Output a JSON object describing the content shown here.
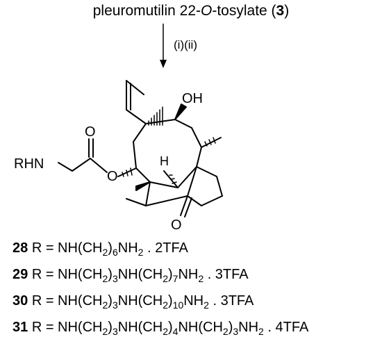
{
  "header": {
    "title_prefix": "pleuromutilin 22-",
    "title_italic": "O",
    "title_middle": "-tosylate (",
    "title_num": "3",
    "title_suffix": ")",
    "conditions": "(i)(ii)"
  },
  "structure": {
    "oh_label": "OH",
    "h_label": "H",
    "rhn_label": "RHN",
    "o_carbonyl_label": "O",
    "o_ester_label": "O",
    "o_ketone_label": "O"
  },
  "compounds": [
    {
      "id": "28",
      "r_segments": [
        {
          "t": "R = NH(CH"
        },
        {
          "t": "2",
          "sub": true
        },
        {
          "t": ")"
        },
        {
          "t": "6",
          "sub": true
        },
        {
          "t": "NH"
        },
        {
          "t": "2",
          "sub": true
        },
        {
          "t": " . 2TFA"
        }
      ]
    },
    {
      "id": "29",
      "r_segments": [
        {
          "t": "R = NH(CH"
        },
        {
          "t": "2",
          "sub": true
        },
        {
          "t": ")"
        },
        {
          "t": "3",
          "sub": true
        },
        {
          "t": "NH(CH"
        },
        {
          "t": "2",
          "sub": true
        },
        {
          "t": ")"
        },
        {
          "t": "7",
          "sub": true
        },
        {
          "t": "NH"
        },
        {
          "t": "2",
          "sub": true
        },
        {
          "t": " . 3TFA"
        }
      ]
    },
    {
      "id": "30",
      "r_segments": [
        {
          "t": "R = NH(CH"
        },
        {
          "t": "2",
          "sub": true
        },
        {
          "t": ")"
        },
        {
          "t": "3",
          "sub": true
        },
        {
          "t": "NH(CH"
        },
        {
          "t": "2",
          "sub": true
        },
        {
          "t": ")"
        },
        {
          "t": "10",
          "sub": true
        },
        {
          "t": "NH"
        },
        {
          "t": "2",
          "sub": true
        },
        {
          "t": " . 3TFA"
        }
      ]
    },
    {
      "id": "31",
      "r_segments": [
        {
          "t": "R = NH(CH"
        },
        {
          "t": "2",
          "sub": true
        },
        {
          "t": ")"
        },
        {
          "t": "3",
          "sub": true
        },
        {
          "t": "NH(CH"
        },
        {
          "t": "2",
          "sub": true
        },
        {
          "t": ")"
        },
        {
          "t": "4",
          "sub": true
        },
        {
          "t": "NH(CH"
        },
        {
          "t": "2",
          "sub": true
        },
        {
          "t": ")"
        },
        {
          "t": "3",
          "sub": true
        },
        {
          "t": "NH"
        },
        {
          "t": "2",
          "sub": true
        },
        {
          "t": " . 4TFA"
        }
      ]
    }
  ]
}
